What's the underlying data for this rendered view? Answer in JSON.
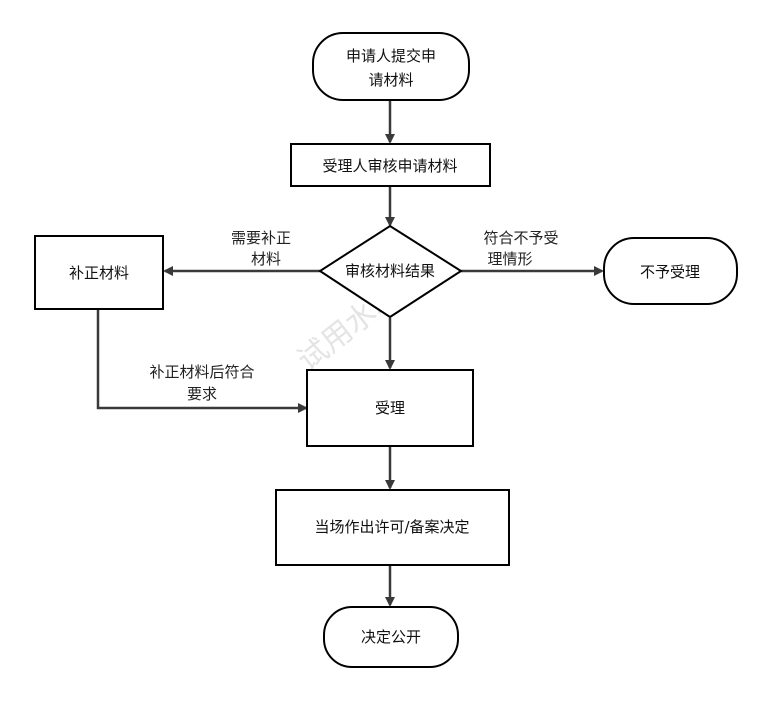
{
  "nodes": {
    "start_line1": "申请人提交申",
    "start_line2": "请材料",
    "review_materials": "受理人审核申请材料",
    "decision": "审核材料结果",
    "supplement": "补正材料",
    "reject": "不予受理",
    "accept": "受理",
    "decide": "当场作出许可/备案决定",
    "publish": "决定公开"
  },
  "edges": {
    "needs_supplement_line1": "需要补正",
    "needs_supplement_line2": "材料",
    "not_accepted_line1": "符合不予受",
    "not_accepted_line2": "理情形",
    "after_supplement_line1": "补正材料后符合",
    "after_supplement_line2": "要求"
  },
  "watermark": "试用水印",
  "colors": {
    "stroke": "#000000",
    "connector": "#3a3a3a",
    "text": "#111111"
  }
}
